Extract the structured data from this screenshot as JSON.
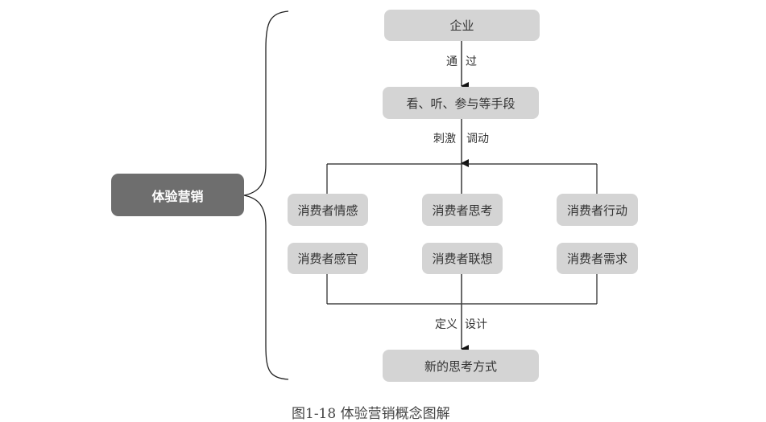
{
  "root": {
    "label": "体验营销"
  },
  "nodes": {
    "enterprise": "企业",
    "means": "看、听、参与等手段",
    "emotion": "消费者情感",
    "thinking": "消费者思考",
    "action": "消费者行动",
    "senses": "消费者感官",
    "association": "消费者联想",
    "needs": "消费者需求",
    "new_way": "新的思考方式"
  },
  "edges": {
    "through_left": "通",
    "through_right": "过",
    "stimulate": "刺激",
    "mobilize": "调动",
    "define": "定义",
    "design": "设计"
  },
  "caption": "图1-18  体验营销概念图解",
  "colors": {
    "node": "#d4d4d4",
    "root": "#6e6e6e",
    "line": "#222222"
  }
}
